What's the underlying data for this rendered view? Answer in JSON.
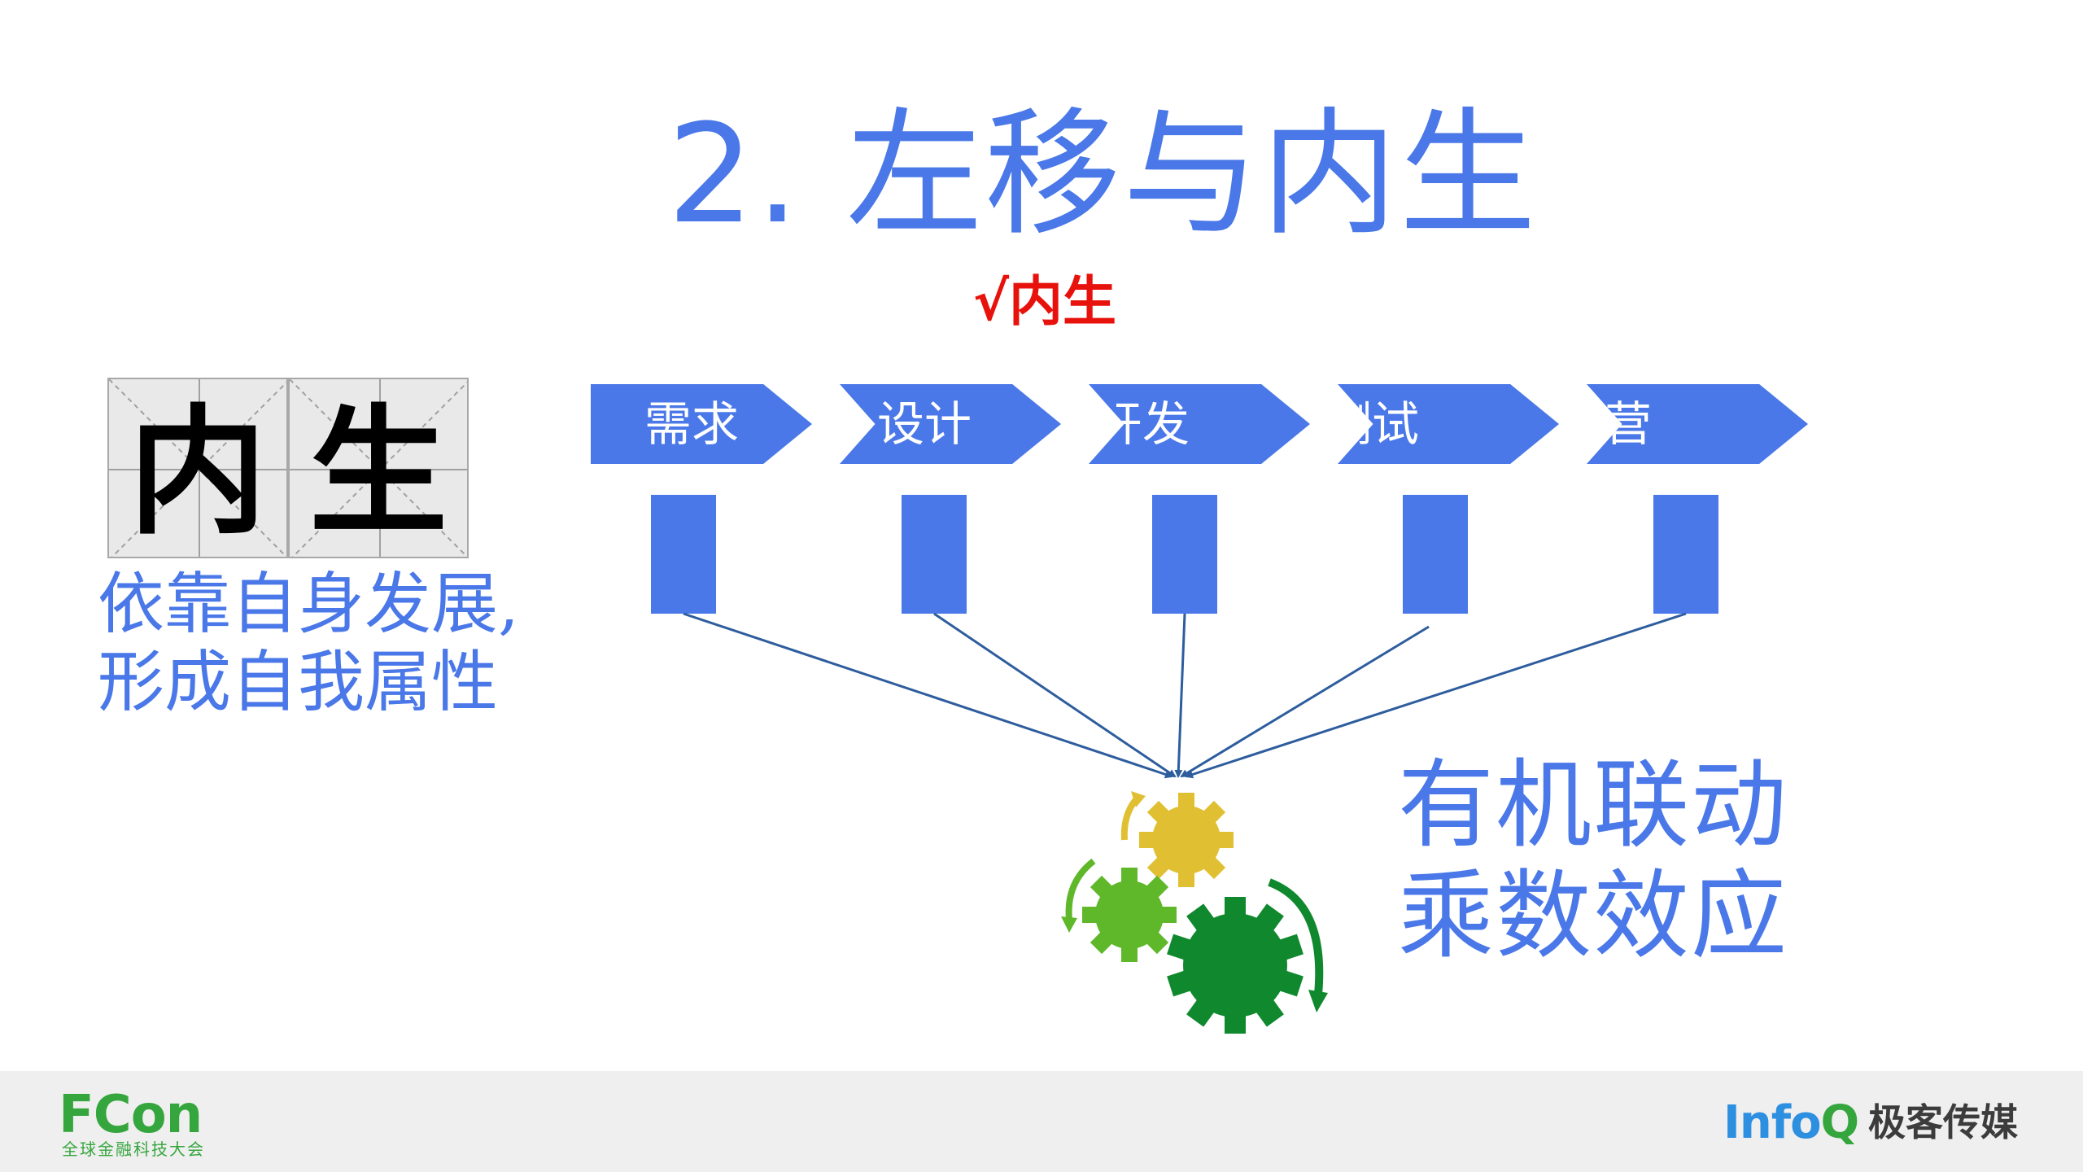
{
  "slide": {
    "title": "2. 左移与内生",
    "subtitle": "√内生",
    "grid_chars": [
      "内",
      "生"
    ],
    "description_lines": [
      "依靠自身发展,",
      "形成自我属性"
    ],
    "stages": [
      "需求",
      "设计",
      "开发",
      "测试",
      "营"
    ],
    "effect_lines": [
      "有机联动",
      "乘数效应"
    ],
    "colors": {
      "title": "#4a78e8",
      "subtitle": "#e8120c",
      "chevron": "#4a78e8",
      "arrow": "#2e5d9e",
      "gear_yellow": "#e0c032",
      "gear_light_green": "#5fb82a",
      "gear_dark_green": "#10892e"
    }
  },
  "footer": {
    "left_logo": "FCon",
    "left_tagline": "全球金融科技大会",
    "right_logo_a": "Info",
    "right_logo_b": "Q",
    "right_logo_cn": "极客传媒"
  }
}
